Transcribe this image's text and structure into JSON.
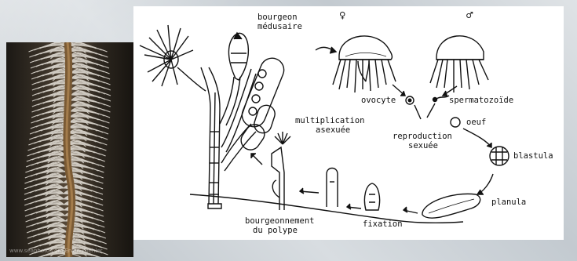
{
  "photo": {
    "credit": "www.seaphoto.com Erwin Koehler"
  },
  "labels": {
    "bourgeon_medusaire_1": "bourgeon",
    "bourgeon_medusaire_2": "médusaire",
    "female_symbol": "♀",
    "male_symbol": "♂",
    "ovocyte": "ovocyte",
    "spermatozoide": "spermatozoïde",
    "oeuf": "oeuf",
    "reproduction_1": "reproduction",
    "reproduction_2": "sexuée",
    "blastula": "blastula",
    "planula": "planula",
    "fixation": "fixation",
    "multiplication_1": "multiplication",
    "multiplication_2": "asexuée",
    "bourgeonnement_1": "bourgeonnement",
    "bourgeonnement_2": "du polype"
  },
  "colors": {
    "ink": "#111111",
    "paper": "#ffffff"
  }
}
